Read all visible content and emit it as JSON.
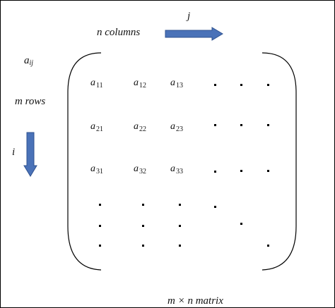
{
  "labels": {
    "columns": "n columns",
    "col_index": "j",
    "element": "a",
    "element_sub": "ij",
    "rows": "m rows",
    "row_index": "i",
    "caption": "m × n matrix"
  },
  "entries": [
    {
      "base": "a",
      "sub": "11"
    },
    {
      "base": "a",
      "sub": "12"
    },
    {
      "base": "a",
      "sub": "13"
    },
    {
      "base": "a",
      "sub": "21"
    },
    {
      "base": "a",
      "sub": "22"
    },
    {
      "base": "a",
      "sub": "23"
    },
    {
      "base": "a",
      "sub": "31"
    },
    {
      "base": "a",
      "sub": "32"
    },
    {
      "base": "a",
      "sub": "33"
    }
  ],
  "colors": {
    "arrow": "#4a72b8",
    "arrow_stroke": "#2f528f",
    "text": "#111111"
  }
}
